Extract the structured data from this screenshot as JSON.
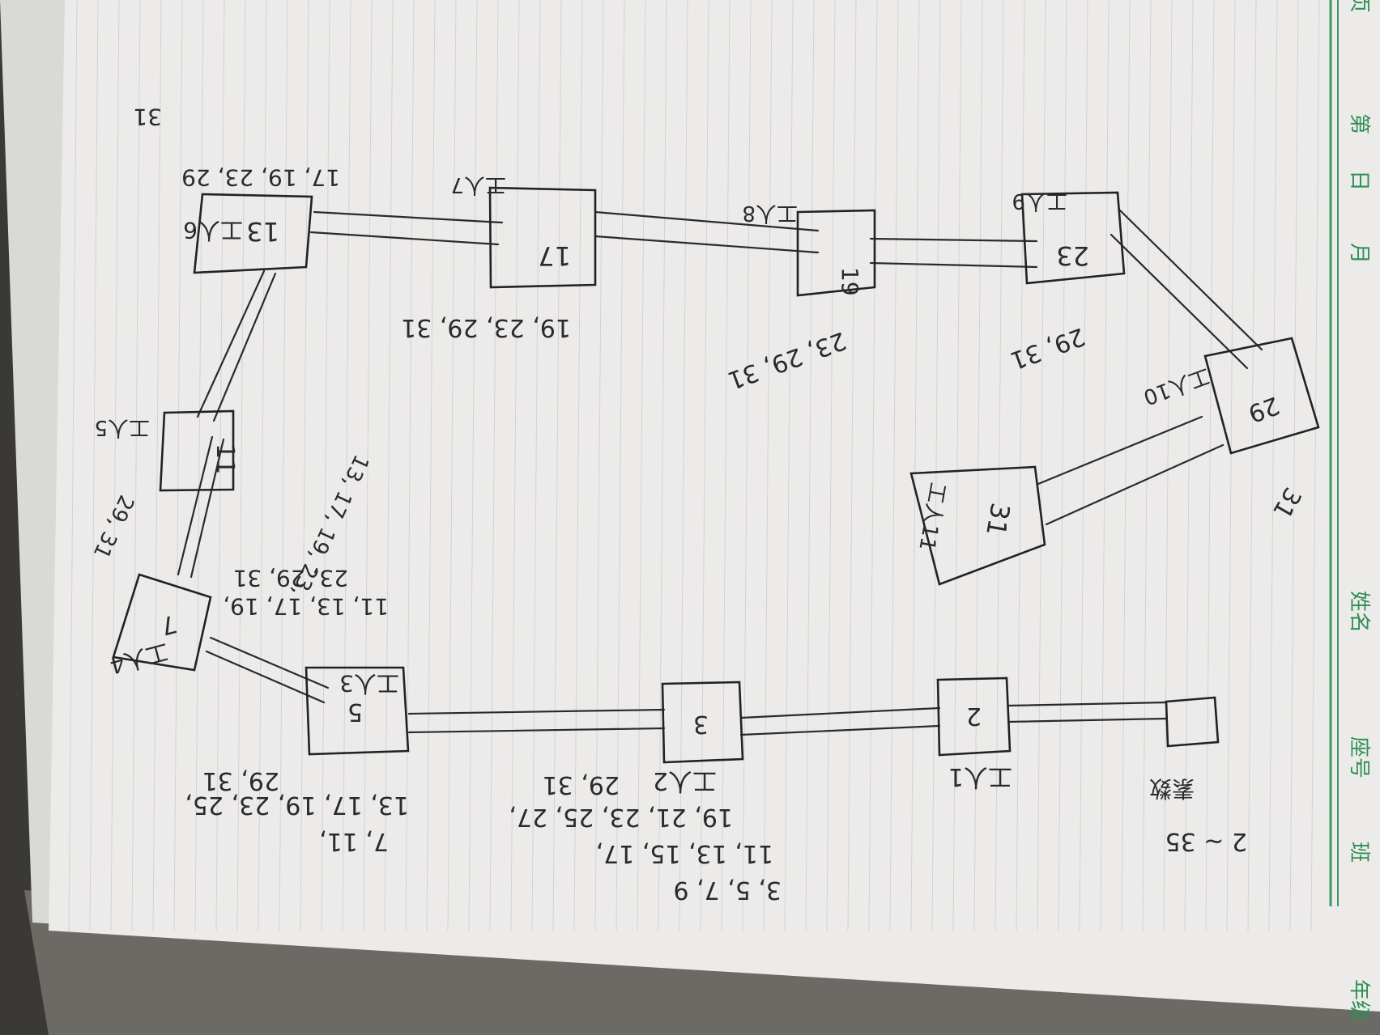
{
  "header": {
    "grade_label": "年级",
    "class_label": "班",
    "seat_label": "座号",
    "name_label": "姓名",
    "month_label": "月",
    "day_label": "日",
    "no_label": "第",
    "page_label": "页"
  },
  "range_note": "2 ~ 35",
  "start_box_label": "素数",
  "boxes": {
    "b2": {
      "number": "2",
      "worker": "工人1"
    },
    "b3": {
      "number": "3",
      "worker": "工人2",
      "list": [
        "3, 5, 7, 9",
        "11, 13, 15, 17,",
        "19, 21, 23, 25, 27,",
        "29, 31"
      ]
    },
    "b5": {
      "number": "5",
      "worker": "工人3",
      "list": [
        "7, 11,",
        "13, 17, 19, 23, 25,",
        "29, 31"
      ]
    },
    "b7": {
      "number": "7",
      "worker": "工人4",
      "list": [
        "11, 13, 17, 19,",
        "23, 29, 31"
      ]
    },
    "b11": {
      "number": "11",
      "worker": "工人5",
      "list": [
        "13, 17, 19, 23,",
        "29, 31"
      ]
    },
    "b13": {
      "number": "13",
      "worker": "工人6",
      "list": [
        "17, 19, 23, 29",
        "31"
      ]
    },
    "b17": {
      "number": "17",
      "worker": "工人7",
      "list": [
        "19, 23, 29, 31"
      ]
    },
    "b19": {
      "number": "19",
      "worker": "工人8",
      "list": [
        "23, 29, 31"
      ]
    },
    "b23": {
      "number": "23",
      "worker": "工人9",
      "list": [
        "29, 31"
      ]
    },
    "b29": {
      "number": "29",
      "worker": "工人10",
      "list": [
        "31"
      ]
    },
    "b31": {
      "number": "31",
      "worker": "工人11"
    }
  }
}
